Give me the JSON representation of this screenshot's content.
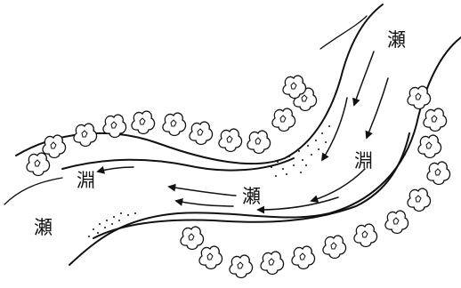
{
  "diagram": {
    "labels": {
      "rapids_top": "瀬",
      "pool_bend": "淵",
      "rapids_mid": "瀬",
      "pool_left": "淵",
      "rapids_left": "瀬"
    }
  }
}
